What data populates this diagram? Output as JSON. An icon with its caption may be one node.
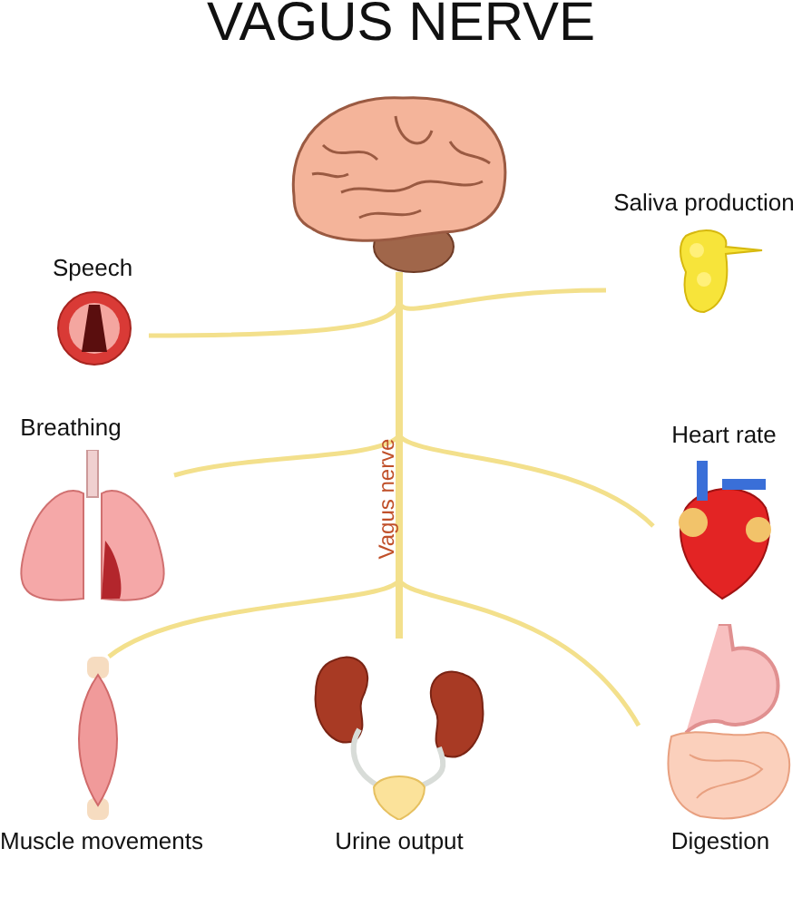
{
  "diagram": {
    "title": "VAGUS NERVE",
    "nodes": [
      {
        "text": [],
        "shape": "picture"
      },
      {
        "text": [
          "Speech"
        ]
      },
      {
        "text": [
          "Saliva production"
        ]
      },
      {
        "text": [
          "Breathing"
        ]
      },
      {
        "text": [
          "Heart rate"
        ]
      },
      {
        "text": [
          "Muscle movements"
        ]
      },
      {
        "text": [
          "Urine output"
        ]
      },
      {
        "text": [
          "Digestion"
        ]
      }
    ],
    "edges": [
      {
        "from": 0,
        "to": 1,
        "arrow": "none"
      },
      {
        "from": 0,
        "to": 2,
        "arrow": "none"
      },
      {
        "from": 0,
        "to": 3,
        "arrow": "none"
      },
      {
        "from": 0,
        "to": 4,
        "arrow": "none"
      },
      {
        "from": 0,
        "to": 5,
        "arrow": "none"
      },
      {
        "from": 0,
        "to": 6,
        "arrow": "none"
      },
      {
        "from": 0,
        "to": 7,
        "arrow": "none"
      }
    ],
    "labels": [
      "Vagus nerve"
    ]
  }
}
